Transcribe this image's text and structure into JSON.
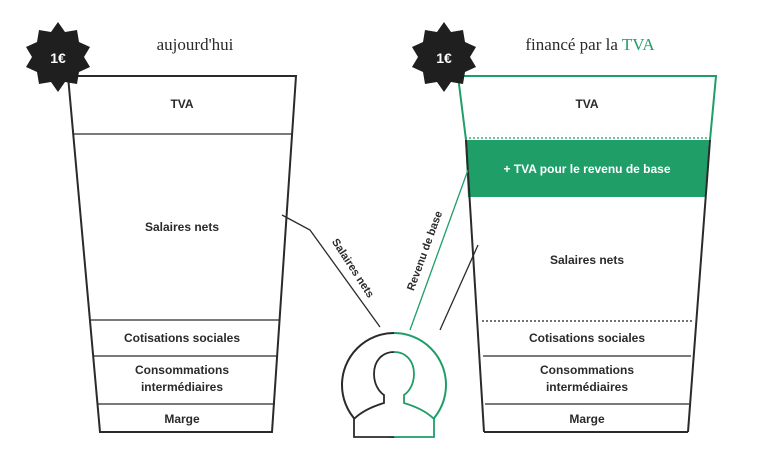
{
  "colors": {
    "ink": "#2a2a2a",
    "accent": "#1f9e68",
    "accent_text": "#ffffff"
  },
  "left": {
    "badge": "1€",
    "title": "aujourd'hui",
    "sections": {
      "tva": "TVA",
      "salaires": "Salaires nets",
      "cotisations": "Cotisations sociales",
      "consommations_1": "Consommations",
      "consommations_2": "intermédiaires",
      "marge": "Marge"
    }
  },
  "right": {
    "badge": "1€",
    "title_prefix": "financé par la ",
    "title_highlight": "TVA",
    "sections": {
      "tva": "TVA",
      "revenu_base": "+ TVA pour le revenu de base",
      "salaires": "Salaires nets",
      "cotisations": "Cotisations sociales",
      "consommations_1": "Consommations",
      "consommations_2": "intermédiaires",
      "marge": "Marge"
    }
  },
  "connectors": {
    "salaires_nets": "Salaires nets",
    "revenu_de_base": "Revenu de base"
  },
  "icons": {
    "badge": "starburst-badge-icon",
    "person": "person-head-icon"
  }
}
